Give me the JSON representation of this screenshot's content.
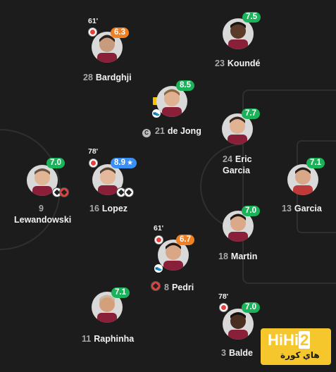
{
  "colors": {
    "background": "#1c1c1c",
    "pitch_lines": "#2f2f2f",
    "rating_green": "#1ab35a",
    "rating_orange": "#f08022",
    "rating_blue": "#3a8ff5",
    "sub_red": "#e5413f",
    "card_yellow": "#f5c400"
  },
  "players": {
    "bardghji": {
      "number": "28",
      "name": "Bardghji",
      "rating": "6.3",
      "sub_minute": "61'",
      "rating_color": "orange"
    },
    "dejong": {
      "number": "21",
      "name": "de Jong",
      "rating": "8.5",
      "rating_color": "green",
      "icons": [
        "yellow-card",
        "boot",
        "captain"
      ]
    },
    "lewandowski": {
      "number": "9",
      "name": "Lewandowski",
      "rating": "7.0",
      "rating_color": "green",
      "icons": [
        "ball",
        "own-goal-ball"
      ]
    },
    "lopez": {
      "number": "16",
      "name": "Lopez",
      "rating": "8.9",
      "rating_star": "★",
      "sub_minute": "78'",
      "rating_color": "blue",
      "icons": [
        "ball",
        "ball"
      ]
    },
    "pedri": {
      "number": "8",
      "name": "Pedri",
      "rating": "6.7",
      "sub_minute": "61'",
      "rating_color": "orange",
      "icons": [
        "boot",
        "red-ball"
      ]
    },
    "raphinha": {
      "number": "11",
      "name": "Raphinha",
      "rating": "7.1",
      "rating_color": "green"
    },
    "kounde": {
      "number": "23",
      "name": "Koundé",
      "rating": "7.5",
      "rating_color": "green"
    },
    "garcia_eric": {
      "number": "24",
      "name_line1": "Eric",
      "name_line2": "Garcia",
      "rating": "7.7",
      "rating_color": "green"
    },
    "garcia": {
      "number": "13",
      "name": "Garcia",
      "rating": "7.1",
      "rating_color": "green"
    },
    "martin": {
      "number": "18",
      "name": "Martin",
      "rating": "7.0",
      "rating_color": "green"
    },
    "balde": {
      "number": "3",
      "name": "Balde",
      "rating": "7.0",
      "sub_minute": "78'",
      "rating_color": "green"
    }
  },
  "watermark": {
    "logo": "HiHi",
    "logo_digit": "2",
    "subtitle": "هاي كورة"
  }
}
